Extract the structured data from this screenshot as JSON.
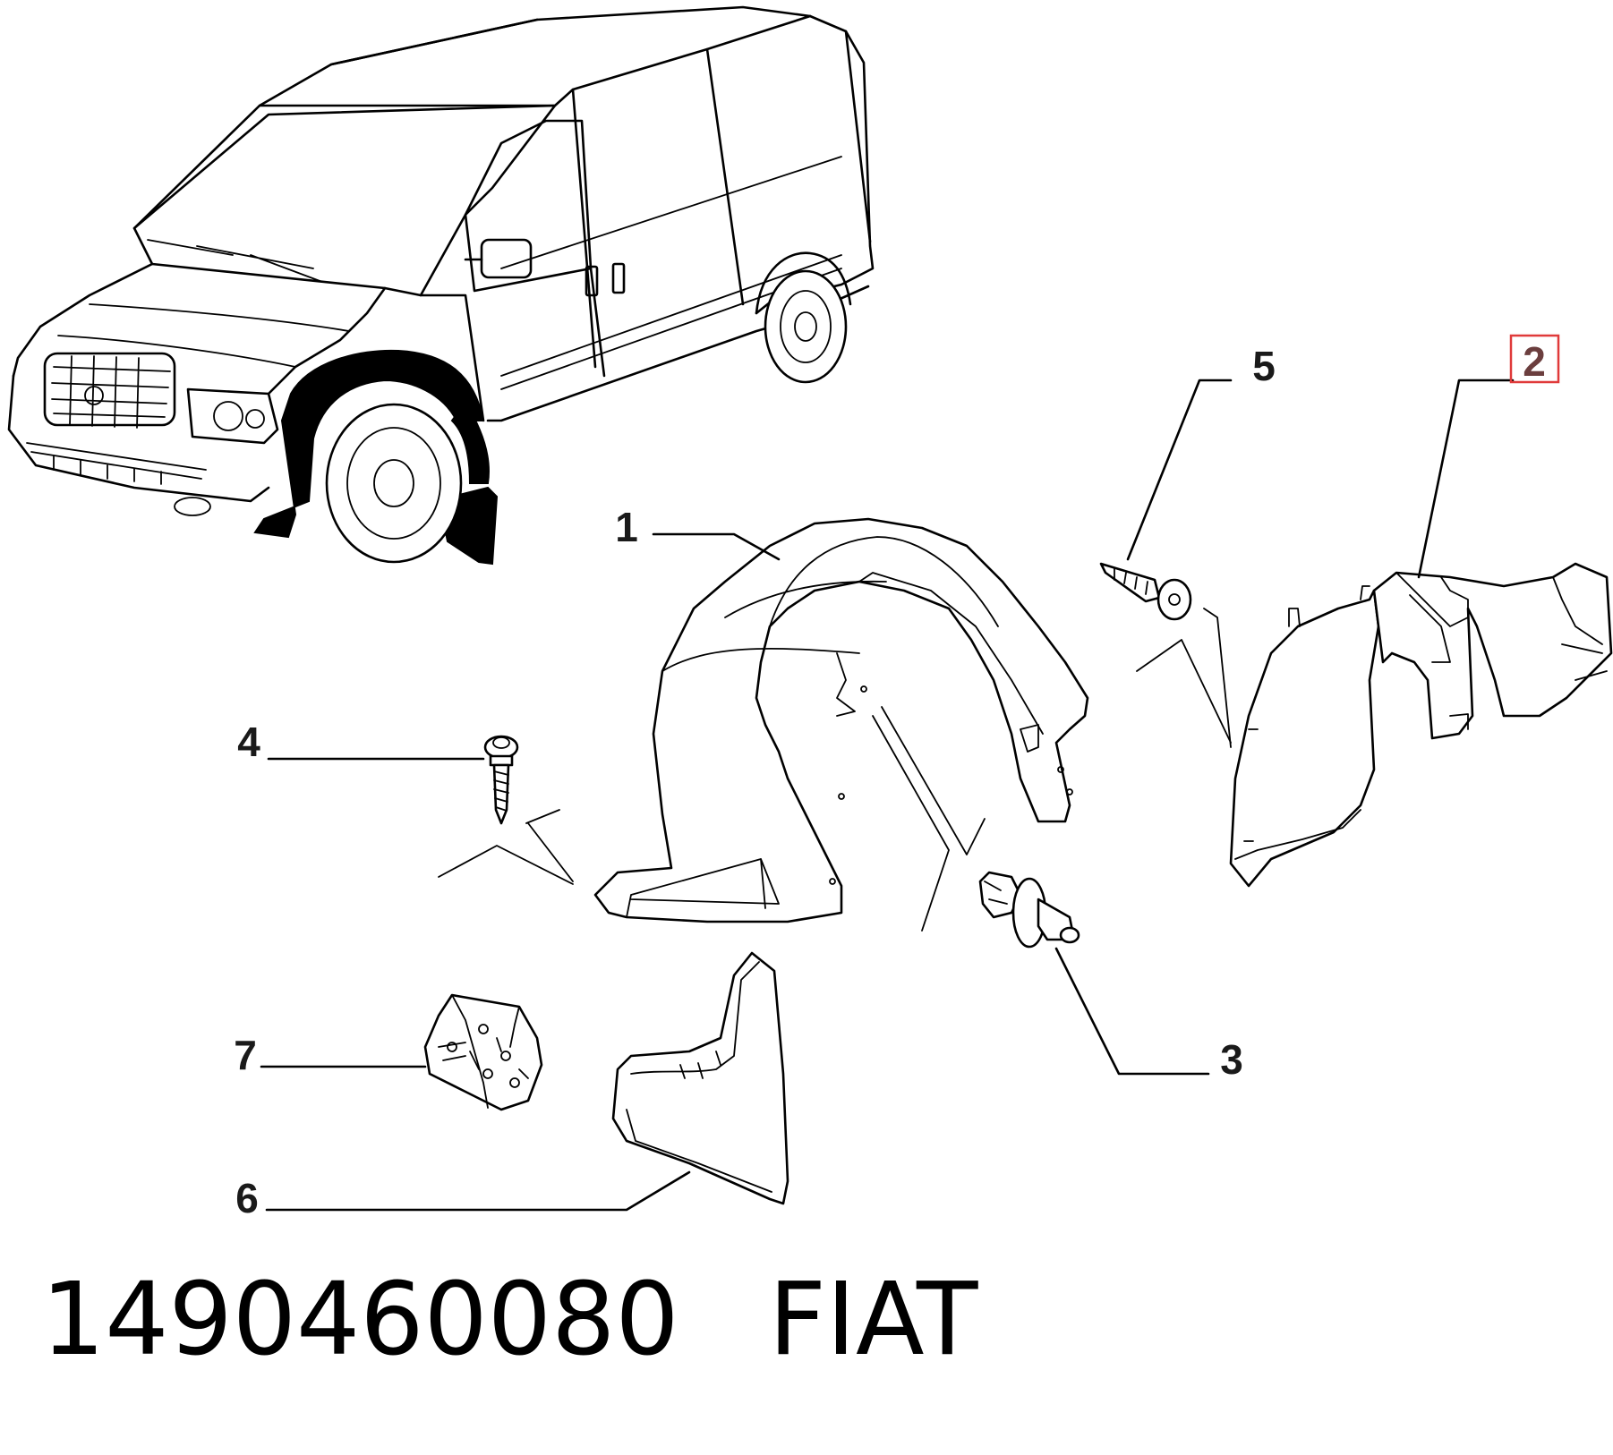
{
  "callouts": {
    "c1": "1",
    "c2": "2",
    "c3": "3",
    "c4": "4",
    "c5": "5",
    "c6": "6",
    "c7": "7"
  },
  "highlighted_callout": "2",
  "highlight_color": "#e03a3a",
  "footer": {
    "part_number": "1490460080",
    "brand": "FIAT"
  }
}
